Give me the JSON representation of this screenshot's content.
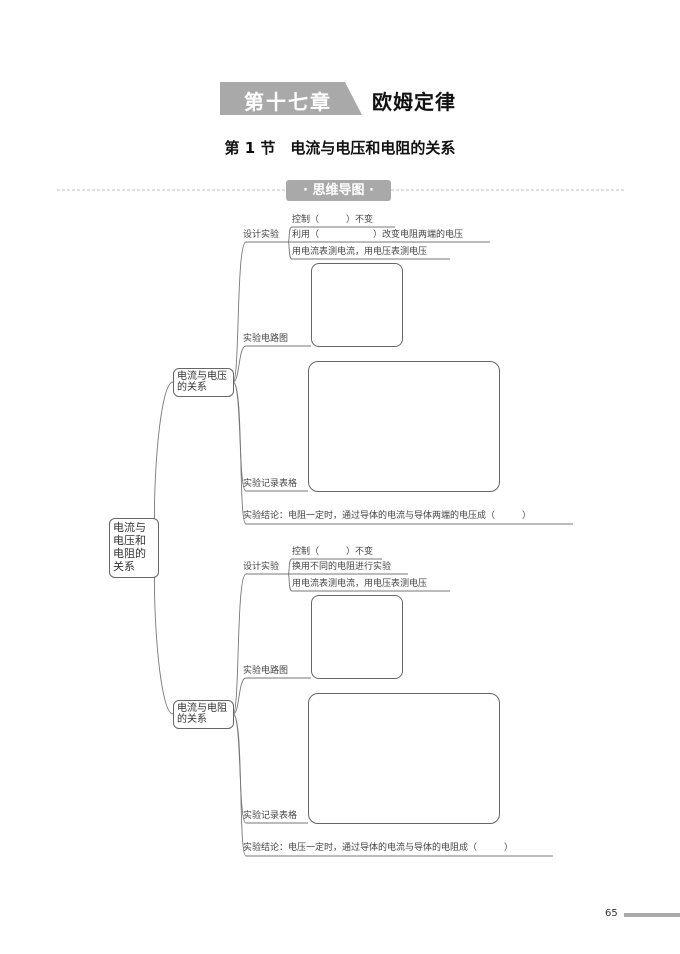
{
  "chapter": {
    "number": "第十七章",
    "title": "欧姆定律"
  },
  "section": {
    "title": "第 1 节　电流与电压和电阻的关系"
  },
  "mindmap_label": "·  思维导图  ·",
  "root": {
    "lines": [
      "电流与",
      "电压和",
      "电阻的",
      "关系"
    ]
  },
  "branches": [
    {
      "node": [
        "电流与电压",
        "的关系"
      ],
      "design_label": "设计实验",
      "design_items": [
        "控制（　　　）不变",
        "利用（　　　　　　）改变电阻两端的电压",
        "用电流表测电流，用电压表测电压"
      ],
      "circuit_label": "实验电路图",
      "table_label": "实验记录表格",
      "conclusion": "实验结论：电阻一定时，通过导体的电流与导体两端的电压成（　　　）"
    },
    {
      "node": [
        "电流与电阻",
        "的关系"
      ],
      "design_label": "设计实验",
      "design_items": [
        "控制（　　　）不变",
        "换用不同的电阻进行实验",
        "用电流表测电流，用电压表测电压"
      ],
      "circuit_label": "实验电路图",
      "table_label": "实验记录表格",
      "conclusion": "实验结论：电压一定时，通过导体的电流与导体的电阻成（　　　）"
    }
  ],
  "page_number": "65"
}
